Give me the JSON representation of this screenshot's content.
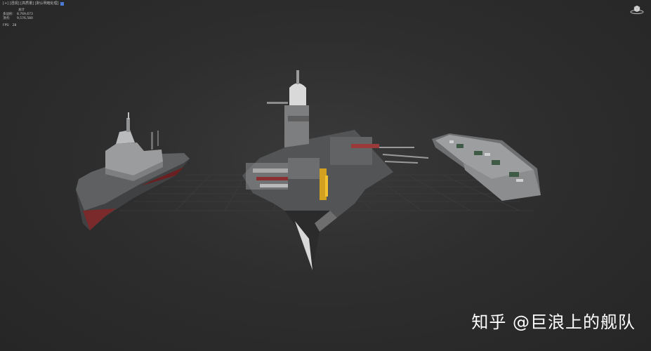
{
  "viewport": {
    "label": "[+] [透视] [高质量] [默认明暗处理]",
    "stats": {
      "title": "总计",
      "rows": [
        {
          "key": "多边形:",
          "value": "8,769,673"
        },
        {
          "key": "顶点:",
          "value": "9,576,580"
        }
      ],
      "fps_key": "FPS:",
      "fps_value": "28"
    }
  },
  "watermark": "知乎 @巨浪上的舰队",
  "colors": {
    "background": "#2e2e2e",
    "grid": "#3f3f3f",
    "accent_viewport": "#4a7bd6"
  }
}
